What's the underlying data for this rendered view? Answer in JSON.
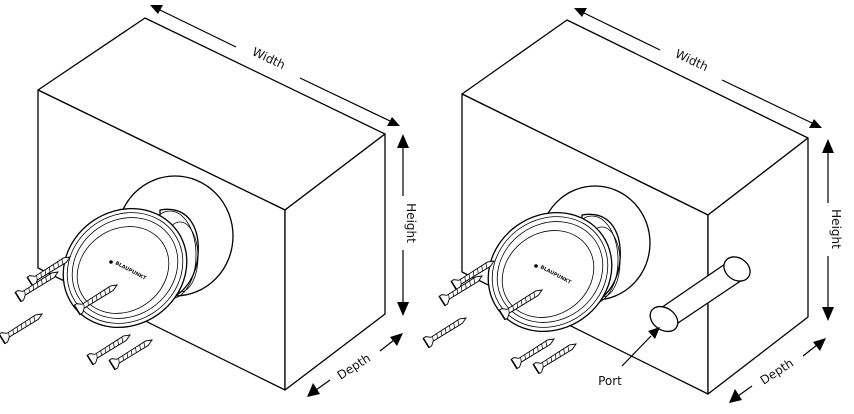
{
  "diagrams": [
    {
      "labels": {
        "width": "Width",
        "height": "Height",
        "depth": "Depth"
      },
      "brand": "BLAUPUNKT"
    },
    {
      "labels": {
        "width": "Width",
        "height": "Height",
        "depth": "Depth",
        "port": "Port"
      },
      "brand": "BLAUPUNKT"
    }
  ]
}
